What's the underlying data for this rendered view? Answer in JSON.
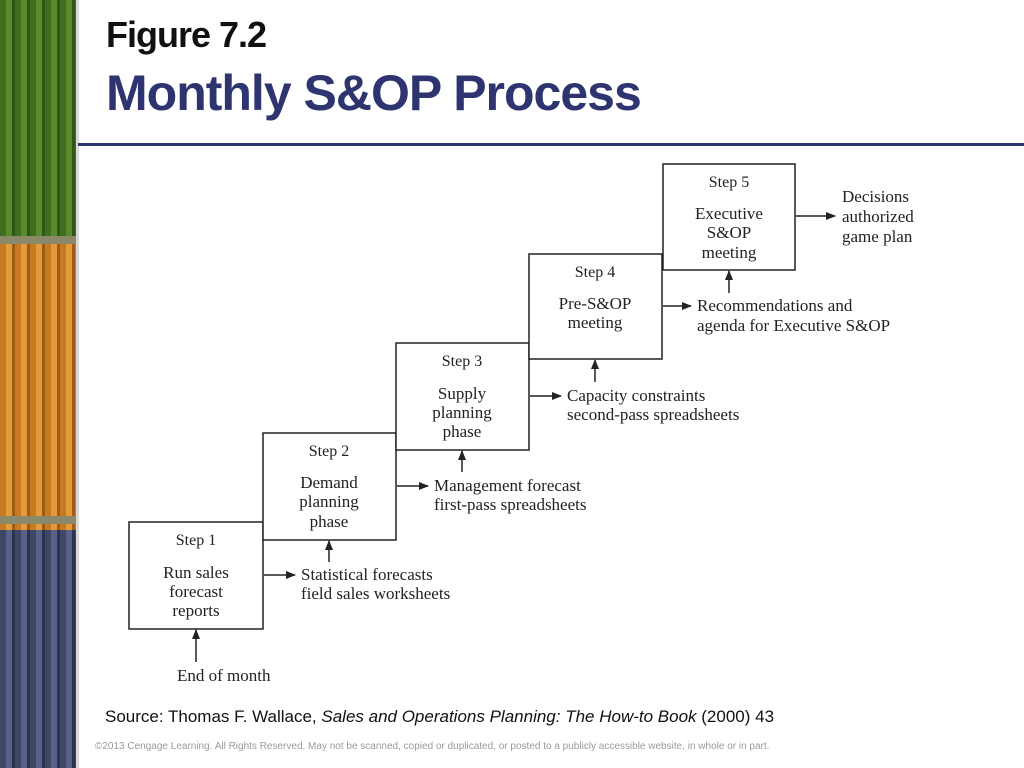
{
  "header": {
    "figure_number": "Figure 7.2",
    "title": "Monthly S&OP Process"
  },
  "steps": [
    {
      "step": "Step 1",
      "lines": [
        "Run sales",
        "forecast",
        "reports"
      ],
      "outputs": [
        "Statistical forecasts",
        "field sales worksheets"
      ]
    },
    {
      "step": "Step 2",
      "lines": [
        "Demand",
        "planning",
        "phase"
      ],
      "outputs": [
        "Management forecast",
        "first-pass spreadsheets"
      ]
    },
    {
      "step": "Step 3",
      "lines": [
        "Supply",
        "planning",
        "phase"
      ],
      "outputs": [
        "Capacity constraints",
        "second-pass spreadsheets"
      ]
    },
    {
      "step": "Step 4",
      "lines": [
        "Pre-S&OP",
        "meeting"
      ],
      "outputs": [
        "Recommendations and",
        "agenda for Executive S&OP"
      ]
    },
    {
      "step": "Step 5",
      "lines": [
        "Executive",
        "S&OP",
        "meeting"
      ],
      "outputs": [
        "Decisions",
        "authorized",
        "game plan"
      ]
    }
  ],
  "trigger": "End of month",
  "source": {
    "prefix": "Source: Thomas F. Wallace, ",
    "book": "Sales and Operations Planning: The How-to Book",
    "suffix": " (2000) 43"
  },
  "copyright": "©2013 Cengage Learning. All Rights Reserved. May not be scanned, copied or duplicated, or posted to a publicly accessible website, in whole or in part.",
  "colors": {
    "title": "#2e3470",
    "rule": "#2e3470",
    "box_stroke": "#222222",
    "strip_green": "#4a7a24",
    "strip_orange": "#d88a2e",
    "strip_blue": "#4a5274"
  }
}
